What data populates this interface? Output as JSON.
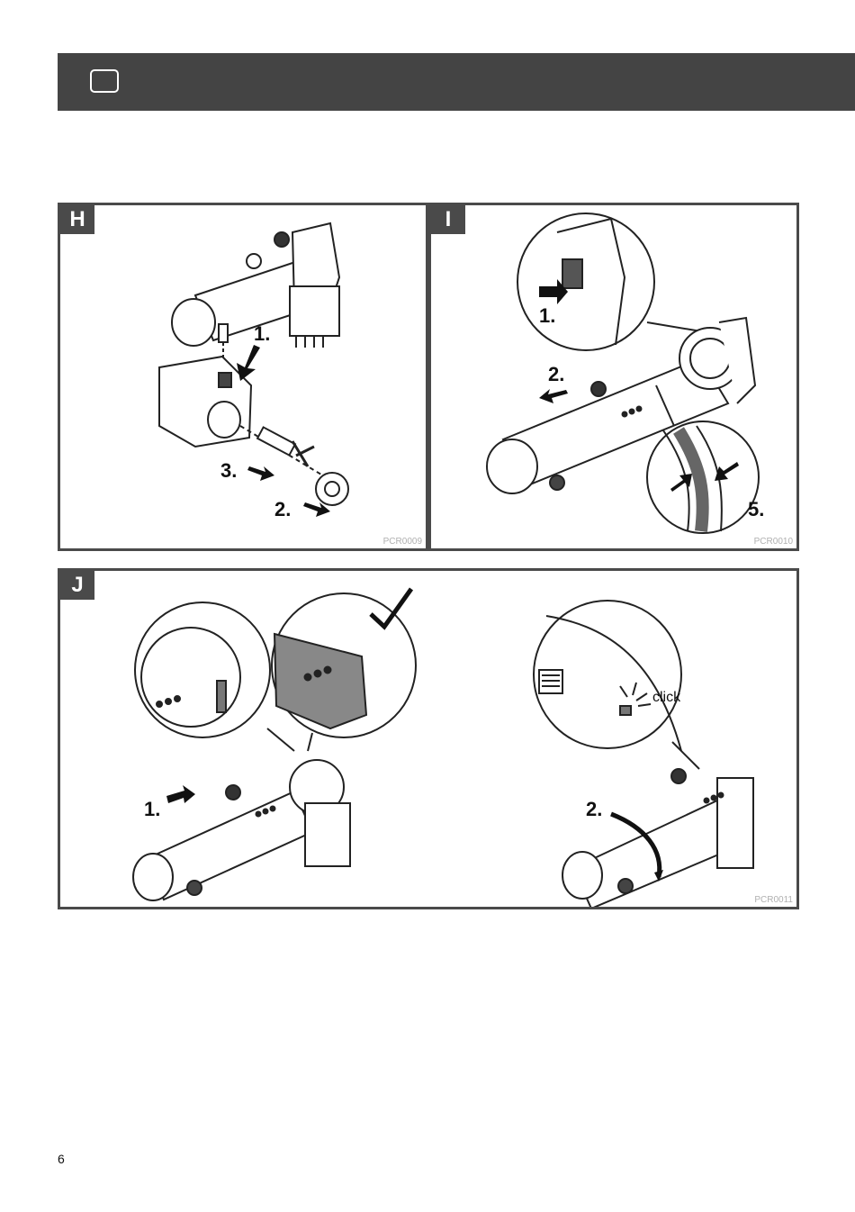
{
  "header": {
    "icon": "square-outline-icon"
  },
  "panels": [
    {
      "letter": "H",
      "code": "PCR0009",
      "steps": [
        "1.",
        "2.",
        "3."
      ]
    },
    {
      "letter": "I",
      "code": "PCR0010",
      "steps": [
        "1.",
        "2.",
        "5."
      ]
    },
    {
      "letter": "J",
      "code": "PCR0011",
      "steps": [
        "1.",
        "2."
      ],
      "click_label": "click"
    }
  ],
  "page_number": "6",
  "colors": {
    "header": "#444444",
    "panel_border": "#4a4a4a",
    "code_text": "#b0b0b0"
  }
}
